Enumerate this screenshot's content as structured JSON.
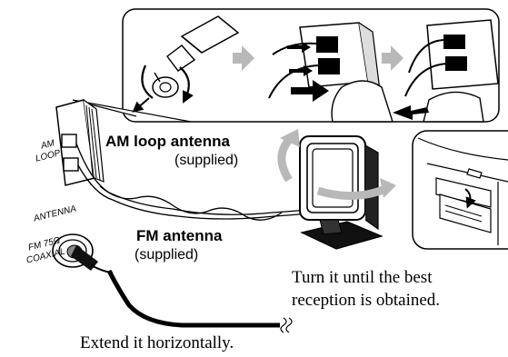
{
  "terminal": {
    "am": "AM",
    "loop": "LOOP",
    "antenna": "ANTENNA",
    "fm": "FM 75Ω",
    "coaxial": "COAXIAL"
  },
  "am_loop": {
    "title": "AM loop antenna",
    "note": "(supplied)"
  },
  "fm_antenna": {
    "title": "FM antenna",
    "note": "(supplied)"
  },
  "instructions": {
    "turn_line1": "Turn it until the best",
    "turn_line2": "reception is obtained.",
    "extend": "Extend it horizontally."
  },
  "icons": [
    "twist-wire-icon",
    "gray-right-arrow-icon",
    "push-arrow-icon",
    "connector-clip-icon",
    "rotate-arrow-icon",
    "hand-icon"
  ],
  "colors": {
    "ink": "#000000",
    "arrow_gray": "#b8b8b8",
    "panel_border": "#000000"
  }
}
